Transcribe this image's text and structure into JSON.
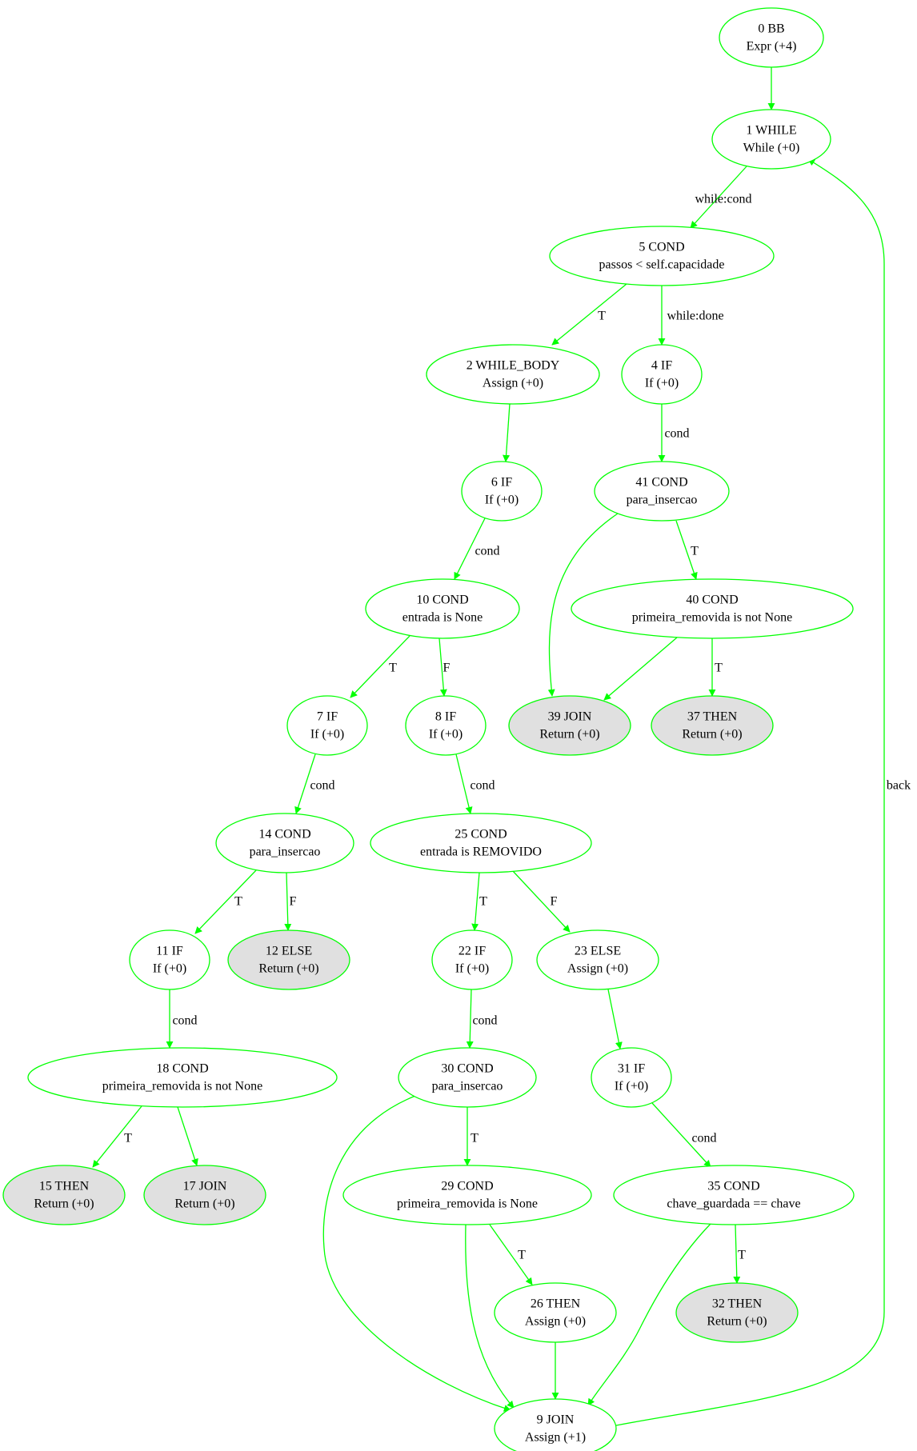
{
  "colors": {
    "stroke": "#00ff00",
    "leaf_fill": "#e0e0e0",
    "node_fill": "#ffffff",
    "text": "#000000"
  },
  "nodes": [
    {
      "id": "n0",
      "line1": "0 BB",
      "line2": "Expr (+4)",
      "leaf": false
    },
    {
      "id": "n1",
      "line1": "1 WHILE",
      "line2": "While (+0)",
      "leaf": false
    },
    {
      "id": "n5",
      "line1": "5 COND",
      "line2": "passos < self.capacidade",
      "leaf": false
    },
    {
      "id": "n2",
      "line1": "2 WHILE_BODY",
      "line2": "Assign (+0)",
      "leaf": false
    },
    {
      "id": "n4",
      "line1": "4 IF",
      "line2": "If (+0)",
      "leaf": false
    },
    {
      "id": "n6",
      "line1": "6 IF",
      "line2": "If (+0)",
      "leaf": false
    },
    {
      "id": "n41",
      "line1": "41 COND",
      "line2": "para_insercao",
      "leaf": false
    },
    {
      "id": "n10",
      "line1": "10 COND",
      "line2": "entrada is None",
      "leaf": false
    },
    {
      "id": "n40",
      "line1": "40 COND",
      "line2": "primeira_removida is not None",
      "leaf": false
    },
    {
      "id": "n7",
      "line1": "7 IF",
      "line2": "If (+0)",
      "leaf": false
    },
    {
      "id": "n8",
      "line1": "8 IF",
      "line2": "If (+0)",
      "leaf": false
    },
    {
      "id": "n39",
      "line1": "39 JOIN",
      "line2": "Return (+0)",
      "leaf": true
    },
    {
      "id": "n37",
      "line1": "37 THEN",
      "line2": "Return (+0)",
      "leaf": true
    },
    {
      "id": "n14",
      "line1": "14 COND",
      "line2": "para_insercao",
      "leaf": false
    },
    {
      "id": "n25",
      "line1": "25 COND",
      "line2": "entrada is REMOVIDO",
      "leaf": false
    },
    {
      "id": "n11",
      "line1": "11 IF",
      "line2": "If (+0)",
      "leaf": false
    },
    {
      "id": "n12",
      "line1": "12 ELSE",
      "line2": "Return (+0)",
      "leaf": true
    },
    {
      "id": "n22",
      "line1": "22 IF",
      "line2": "If (+0)",
      "leaf": false
    },
    {
      "id": "n23",
      "line1": "23 ELSE",
      "line2": "Assign (+0)",
      "leaf": false
    },
    {
      "id": "n18",
      "line1": "18 COND",
      "line2": "primeira_removida is not None",
      "leaf": false
    },
    {
      "id": "n30",
      "line1": "30 COND",
      "line2": "para_insercao",
      "leaf": false
    },
    {
      "id": "n31",
      "line1": "31 IF",
      "line2": "If (+0)",
      "leaf": false
    },
    {
      "id": "n15",
      "line1": "15 THEN",
      "line2": "Return (+0)",
      "leaf": true
    },
    {
      "id": "n17",
      "line1": "17 JOIN",
      "line2": "Return (+0)",
      "leaf": true
    },
    {
      "id": "n29",
      "line1": "29 COND",
      "line2": "primeira_removida is None",
      "leaf": false
    },
    {
      "id": "n35",
      "line1": "35 COND",
      "line2": "chave_guardada == chave",
      "leaf": false
    },
    {
      "id": "n26",
      "line1": "26 THEN",
      "line2": "Assign (+0)",
      "leaf": false
    },
    {
      "id": "n32",
      "line1": "32 THEN",
      "line2": "Return (+0)",
      "leaf": true
    },
    {
      "id": "n9",
      "line1": "9 JOIN",
      "line2": "Assign (+1)",
      "leaf": false
    }
  ],
  "edges": [
    {
      "id": "e0_1",
      "from": "n0",
      "to": "n1",
      "label": ""
    },
    {
      "id": "e1_5",
      "from": "n1",
      "to": "n5",
      "label": "while:cond"
    },
    {
      "id": "e5_2",
      "from": "n5",
      "to": "n2",
      "label": "T"
    },
    {
      "id": "e5_4",
      "from": "n5",
      "to": "n4",
      "label": "while:done"
    },
    {
      "id": "e2_6",
      "from": "n2",
      "to": "n6",
      "label": ""
    },
    {
      "id": "e4_41",
      "from": "n4",
      "to": "n41",
      "label": "cond"
    },
    {
      "id": "e6_10",
      "from": "n6",
      "to": "n10",
      "label": "cond"
    },
    {
      "id": "e41_40",
      "from": "n41",
      "to": "n40",
      "label": "T"
    },
    {
      "id": "e41_39",
      "from": "n41",
      "to": "n39",
      "label": ""
    },
    {
      "id": "e10_7",
      "from": "n10",
      "to": "n7",
      "label": "T"
    },
    {
      "id": "e10_8",
      "from": "n10",
      "to": "n8",
      "label": "F"
    },
    {
      "id": "e40_39",
      "from": "n40",
      "to": "n39",
      "label": ""
    },
    {
      "id": "e40_37",
      "from": "n40",
      "to": "n37",
      "label": "T"
    },
    {
      "id": "e7_14",
      "from": "n7",
      "to": "n14",
      "label": "cond"
    },
    {
      "id": "e8_25",
      "from": "n8",
      "to": "n25",
      "label": "cond"
    },
    {
      "id": "e14_11",
      "from": "n14",
      "to": "n11",
      "label": "T"
    },
    {
      "id": "e14_12",
      "from": "n14",
      "to": "n12",
      "label": "F"
    },
    {
      "id": "e25_22",
      "from": "n25",
      "to": "n22",
      "label": "T"
    },
    {
      "id": "e25_23",
      "from": "n25",
      "to": "n23",
      "label": "F"
    },
    {
      "id": "e11_18",
      "from": "n11",
      "to": "n18",
      "label": "cond"
    },
    {
      "id": "e22_30",
      "from": "n22",
      "to": "n30",
      "label": "cond"
    },
    {
      "id": "e23_31",
      "from": "n23",
      "to": "n31",
      "label": ""
    },
    {
      "id": "e18_15",
      "from": "n18",
      "to": "n15",
      "label": "T"
    },
    {
      "id": "e18_17",
      "from": "n18",
      "to": "n17",
      "label": ""
    },
    {
      "id": "e30_29",
      "from": "n30",
      "to": "n29",
      "label": "T"
    },
    {
      "id": "e30_9",
      "from": "n30",
      "to": "n9",
      "label": ""
    },
    {
      "id": "e31_35",
      "from": "n31",
      "to": "n35",
      "label": "cond"
    },
    {
      "id": "e29_26",
      "from": "n29",
      "to": "n26",
      "label": "T"
    },
    {
      "id": "e29_9",
      "from": "n29",
      "to": "n9",
      "label": ""
    },
    {
      "id": "e35_32",
      "from": "n35",
      "to": "n32",
      "label": "T"
    },
    {
      "id": "e35_9",
      "from": "n35",
      "to": "n9",
      "label": ""
    },
    {
      "id": "e26_9",
      "from": "n26",
      "to": "n9",
      "label": ""
    },
    {
      "id": "e9_1",
      "from": "n9",
      "to": "n1",
      "label": "back"
    }
  ]
}
